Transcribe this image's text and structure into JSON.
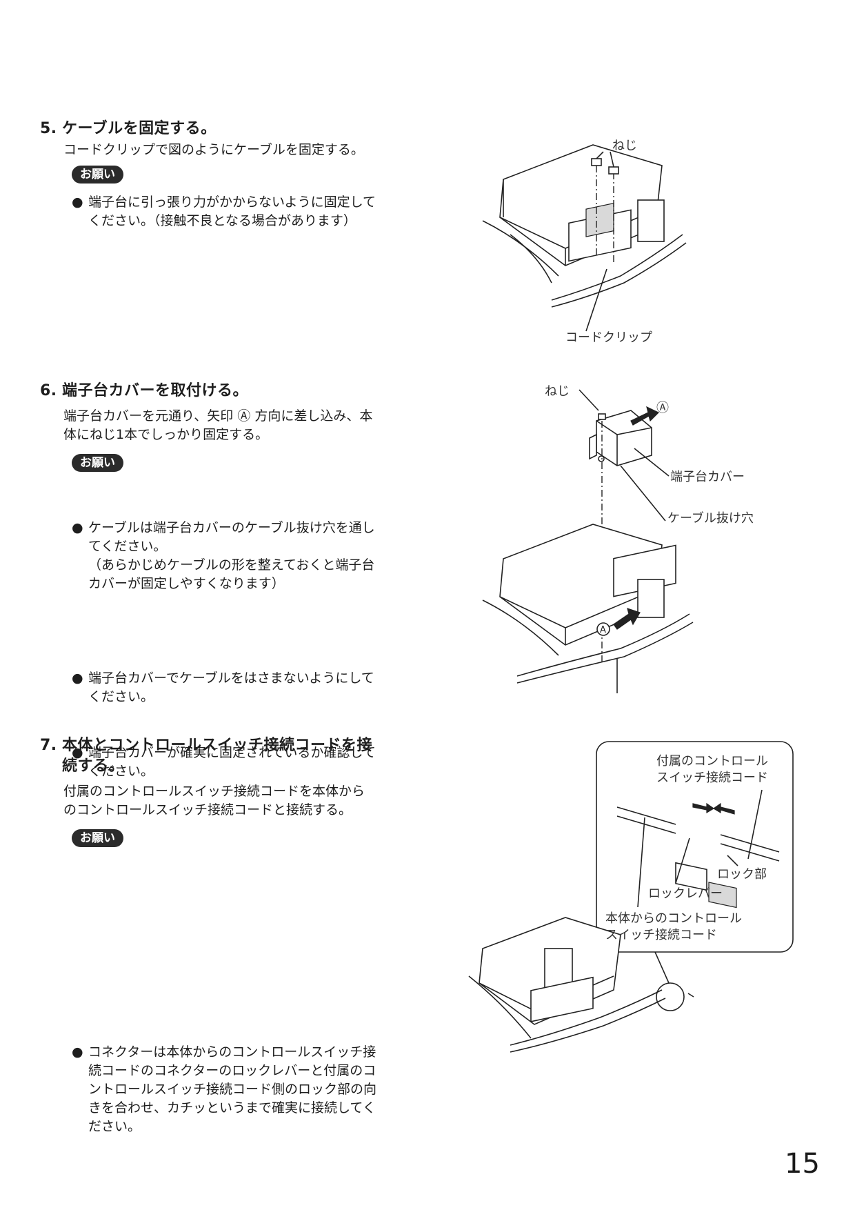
{
  "sections": [
    {
      "number": "5.",
      "title": "ケーブルを固定する。",
      "body": "コードクリップで図のようにケーブルを固定する。",
      "note_badge": "お願い",
      "bullets": [
        [
          "端子台に引っ張り力がかからないように固定して",
          "ください。（接触不良となる場合があります）"
        ]
      ],
      "labels": {
        "screw": "ねじ",
        "clip": "コードクリップ"
      }
    },
    {
      "number": "6.",
      "title": "端子台カバーを取付ける。",
      "body": [
        "端子台カバーを元通り、矢印 Ⓐ 方向に差し込み、本",
        "体にねじ1本でしっかり固定する。"
      ],
      "note_badge": "お願い",
      "bullets": [
        [
          "ケーブルは端子台カバーのケーブル抜け穴を通し",
          "てください。",
          "（あらかじめケーブルの形を整えておくと端子台",
          "カバーが固定しやすくなります）"
        ],
        [
          "端子台カバーでケーブルをはさまないようにして",
          "ください。"
        ],
        [
          "端子台カバーが確実に固定されているか確認して",
          "ください。"
        ]
      ],
      "labels": {
        "screw": "ねじ",
        "arrow_a": "Ⓐ",
        "cover": "端子台カバー",
        "hole": "ケーブル抜け穴"
      }
    },
    {
      "number": "7.",
      "title": [
        "本体とコントロールスイッチ接続コードを接",
        "続する。"
      ],
      "body": [
        "付属のコントロールスイッチ接続コードを本体から",
        "のコントロールスイッチ接続コードと接続する。"
      ],
      "note_badge": "お願い",
      "bullets": [
        [
          "コネクターは本体からのコントロールスイッチ接",
          "続コードのコネクターのロックレバーと付属のコ",
          "ントロールスイッチ接続コード側のロック部の向",
          "きを合わせ、カチッというまで確実に接続してく",
          "ださい。"
        ]
      ],
      "labels": {
        "supplied_cord": [
          "付属のコントロール",
          "スイッチ接続コード"
        ],
        "lock_part": "ロック部",
        "lock_lever": "ロックレバー",
        "body_cord": [
          "本体からのコントロール",
          "スイッチ接続コード"
        ]
      }
    }
  ],
  "bullet_symbol": "●",
  "page_number": "15"
}
